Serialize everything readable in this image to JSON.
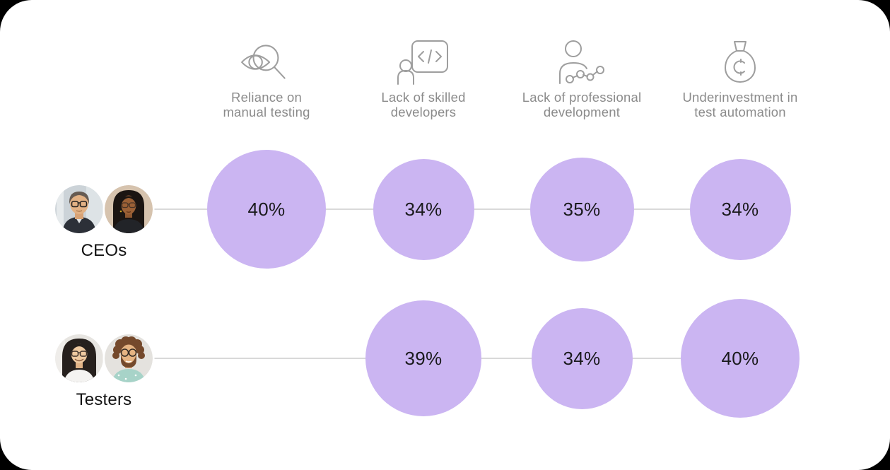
{
  "colors": {
    "page_bg": "#000000",
    "canvas_bg": "#FFFFFF",
    "bubble_fill": "#CBB5F2",
    "connector_line": "#D9D9D9",
    "header_text": "#8B8B8B",
    "value_text": "#1A1A1C",
    "row_label_text": "#121212",
    "icon_stroke": "#9E9E9E"
  },
  "chart_data": {
    "type": "bubble",
    "description": "Bubble matrix comparing challenge percentages reported by CEOs and Testers; bubble size proportional to percentage",
    "unit": "%",
    "columns": [
      {
        "icon": "eye-magnifier-icon",
        "label": "Reliance on manual testing",
        "label_lines": [
          "Reliance on",
          "manual testing"
        ]
      },
      {
        "icon": "code-board-icon",
        "label": "Lack of skilled developers",
        "label_lines": [
          "Lack of skilled",
          "developers"
        ]
      },
      {
        "icon": "person-growth-icon",
        "label": "Lack of professional development",
        "label_lines": [
          "Lack of professional",
          "development"
        ]
      },
      {
        "icon": "money-bag-icon",
        "label": "Underinvestment in test automation",
        "label_lines": [
          "Underinvestment in",
          "test automation"
        ]
      }
    ],
    "rows": [
      {
        "group": "CEOs",
        "values": [
          40,
          34,
          35,
          34
        ],
        "value_labels": [
          "40%",
          "34%",
          "35%",
          "34%"
        ]
      },
      {
        "group": "Testers",
        "values": [
          null,
          39,
          34,
          40
        ],
        "value_labels": [
          null,
          "39%",
          "34%",
          "40%"
        ]
      }
    ]
  }
}
